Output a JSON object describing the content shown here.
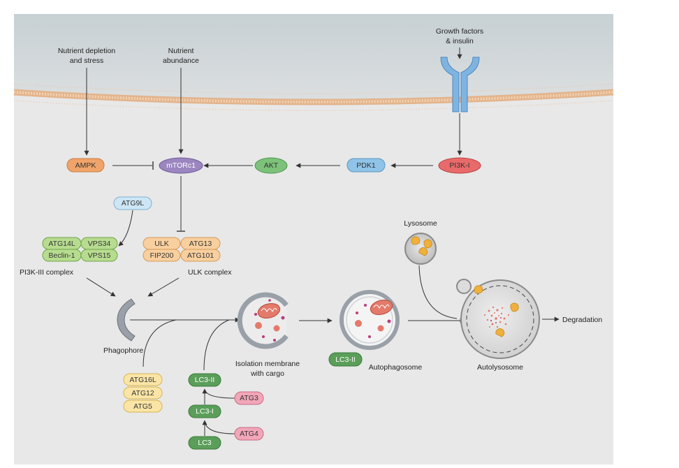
{
  "inputs": {
    "nutrient_depletion": [
      "Nutrient depletion",
      "and stress"
    ],
    "nutrient_abundance": [
      "Nutrient",
      "abundance"
    ],
    "growth_factors": [
      "Growth factors",
      "& insulin"
    ]
  },
  "signaling": {
    "ampk": "AMPK",
    "mtorc1": "mTORc1",
    "akt": "AKT",
    "pdk1": "PDK1",
    "pi3k1": "PI3K-I"
  },
  "complexes": {
    "atg9l": "ATG9L",
    "pi3k3": {
      "atg14l": "ATG14L",
      "vps34": "VPS34",
      "beclin1": "Beclin-1",
      "vps15": "VPS15",
      "label": "PI3K-III complex"
    },
    "ulk": {
      "ulk": "ULK",
      "atg13": "ATG13",
      "fip200": "FIP200",
      "atg101": "ATG101",
      "label": "ULK complex"
    }
  },
  "stages": {
    "phagophore": "Phagophore",
    "isolation": [
      "Isolation membrane",
      "with cargo"
    ],
    "autophagosome": "Autophagosome",
    "autolysosome": "Autolysosome",
    "lysosome": "Lysosome",
    "degradation": "Degradation",
    "lc3_ii_badge": "LC3-II"
  },
  "conjugation": {
    "atg16l": "ATG16L",
    "atg12": "ATG12",
    "atg5": "ATG5",
    "lc3_ii": "LC3-II",
    "lc3_i": "LC3-I",
    "lc3": "LC3",
    "atg3": "ATG3",
    "atg4": "ATG4"
  },
  "colors": {
    "membrane_top": "#c9d2d6",
    "cytoplasm": "#e9e9e9",
    "orange": "#f0a46a",
    "purple": "#9b86c0",
    "green": "#7cc27a",
    "blue": "#8fc4e8",
    "red": "#e86a6a",
    "lightblue": "#cde6f5",
    "lightgreen": "#b7dc8f",
    "peach": "#f8cf9e",
    "yellow": "#fbe5a6",
    "darkgreen": "#5a9e5a",
    "pink": "#f2a6b8"
  }
}
